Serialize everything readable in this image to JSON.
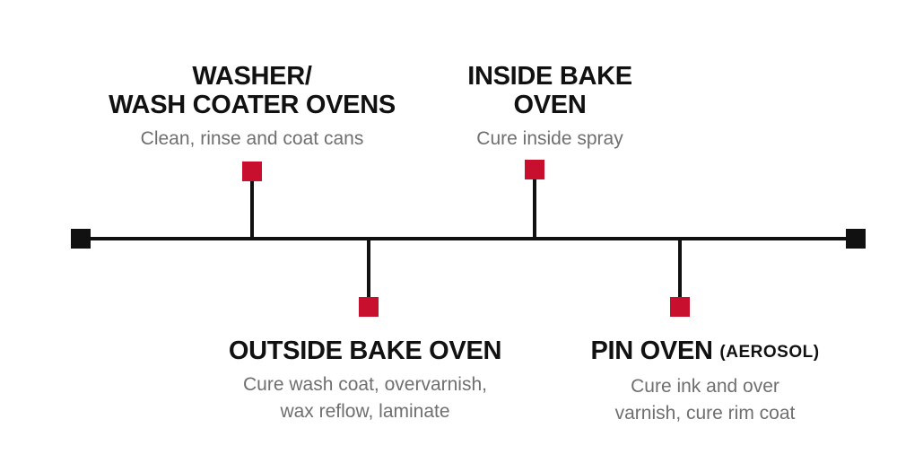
{
  "colors": {
    "line": "#111111",
    "end_marker": "#111111",
    "stage_marker": "#c8102e",
    "title_text": "#111111",
    "description_text": "#6f6f6f"
  },
  "stages": [
    {
      "id": "washer",
      "title_lines": [
        "WASHER/",
        "WASH COATER OVENS"
      ],
      "title_suffix": "",
      "description_lines": [
        "Clean, rinse and coat cans"
      ],
      "side": "above"
    },
    {
      "id": "outside-bake",
      "title_lines": [
        "OUTSIDE BAKE OVEN"
      ],
      "title_suffix": "",
      "description_lines": [
        "Cure wash coat, overvarnish,",
        "wax reflow, laminate"
      ],
      "side": "below"
    },
    {
      "id": "inside-bake",
      "title_lines": [
        "INSIDE BAKE",
        "OVEN"
      ],
      "title_suffix": "",
      "description_lines": [
        "Cure inside spray"
      ],
      "side": "above"
    },
    {
      "id": "pin-oven",
      "title_lines": [
        "PIN OVEN"
      ],
      "title_suffix": "(AEROSOL)",
      "description_lines": [
        "Cure ink and over",
        "varnish, cure rim coat"
      ],
      "side": "below"
    }
  ]
}
